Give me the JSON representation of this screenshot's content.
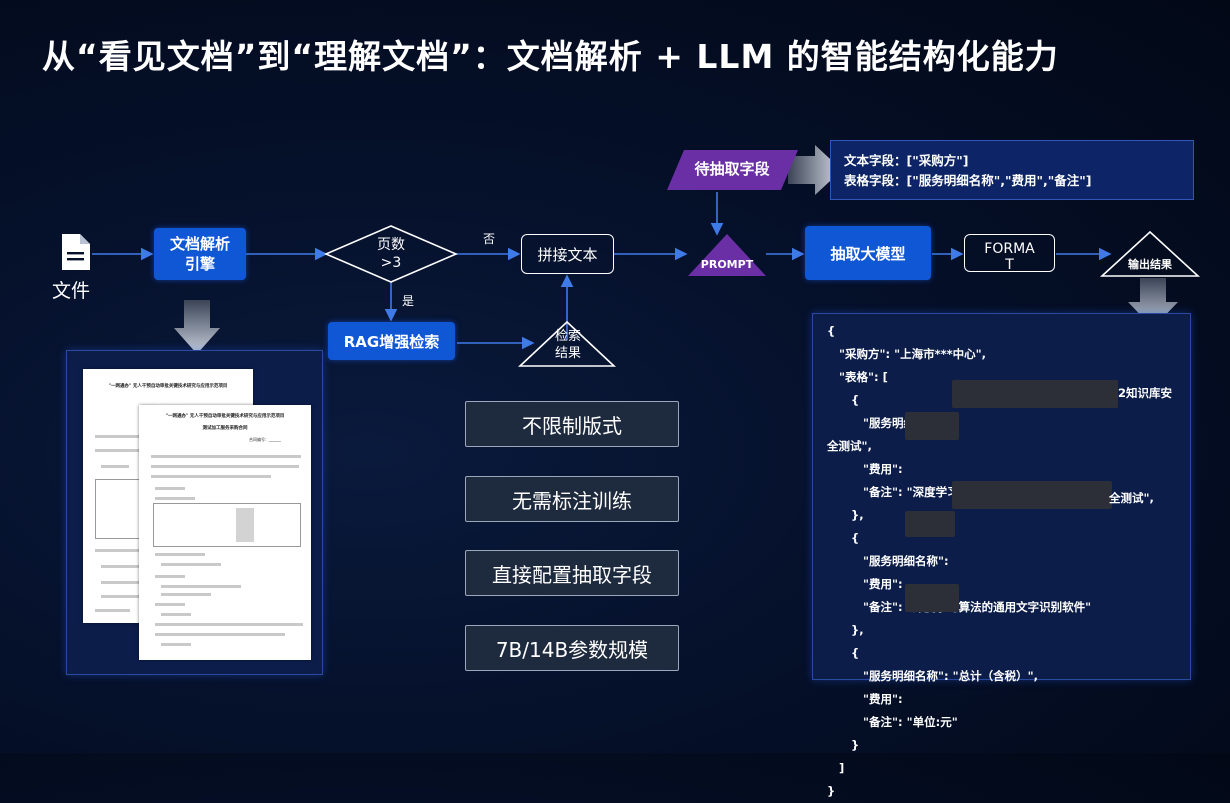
{
  "title": "从“看见文档”到“理解文档”：文档解析 + LLM 的智能结构化能力",
  "nodes": {
    "file": "文件",
    "engine": "文档解析\n引擎",
    "pages_check": "页数\n>3",
    "no": "否",
    "yes": "是",
    "concat": "拼接文本",
    "rag": "RAG增强检索",
    "retrieval": "检索\n结果",
    "fields": "待抽取字段",
    "prompt": "PROMPT",
    "extract_model": "抽取大模型",
    "format": "FORMA\nT",
    "output": "输出结果"
  },
  "fields_box": {
    "line1": "文本字段：[\"采购方\"]",
    "line2": "表格字段：[\"服务明细名称\",\"费用\",\"备注\"]"
  },
  "features": [
    "不限制版式",
    "无需标注训练",
    "直接配置抽取字段",
    "7B/14B参数规模"
  ],
  "json_lines": [
    "{",
    "   \"采购方\": \"上海市***中心\",",
    "   \"表格\": [",
    "      {",
    "         \"服务明细名称\":",
    "全测试\",",
    "         \"费用\":",
    "         \"备注\": \"深度学习算法的通用文字识别软件\"",
    "      },",
    "      {",
    "         \"服务明细名称\":",
    "         \"费用\":",
    "         \"备注\": \"深度学习算法的通用文字识别软件\"",
    "      },",
    "      {",
    "         \"服务明细名称\": \"总计（含税）\",",
    "         \"费用\":",
    "         \"备注\": \"单位:元\"",
    "      }",
    "   ]",
    "}"
  ],
  "json_fragments": {
    "row1_tail": "2知识库安",
    "row2_tail": "全测试\","
  },
  "doc": {
    "title_line1": "\"一网通办\" 无人干预自动审批关键技术研究与应用示范项目",
    "title_line2": "测试加工服务采购合同",
    "contract_no": "合同编号：______"
  }
}
